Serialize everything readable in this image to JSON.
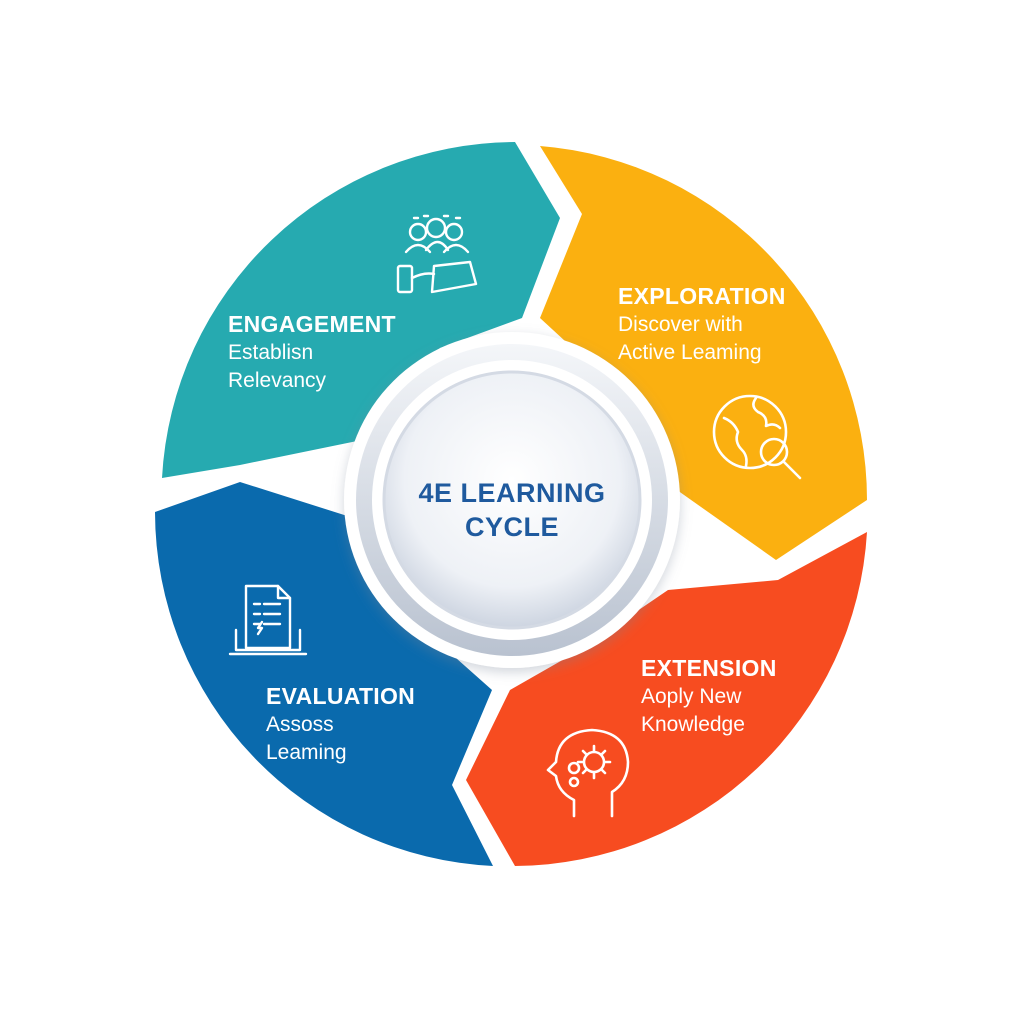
{
  "center": {
    "line1": "4E LEARNING",
    "line2": "CYCLE"
  },
  "colors": {
    "engagement": "#26aab0",
    "exploration": "#fbb010",
    "extension": "#f74c20",
    "evaluation": "#0a6aad",
    "center_text": "#1f5a9e"
  },
  "segments": {
    "engagement": {
      "title": "ENGAGEMENT",
      "line1": "Establisn",
      "line2": "Relevancy",
      "icon": "team-collaboration-icon"
    },
    "exploration": {
      "title": "EXPLORATION",
      "line1": "Discover with",
      "line2": "Active Leaming",
      "icon": "globe-magnifier-icon"
    },
    "extension": {
      "title": "EXTENSION",
      "line1": "Aoply New",
      "line2": "Knowledge",
      "icon": "head-gears-icon"
    },
    "evaluation": {
      "title": "EVALUATION",
      "line1": "Assoss",
      "line2": "Leaming",
      "icon": "document-laptop-icon"
    }
  }
}
